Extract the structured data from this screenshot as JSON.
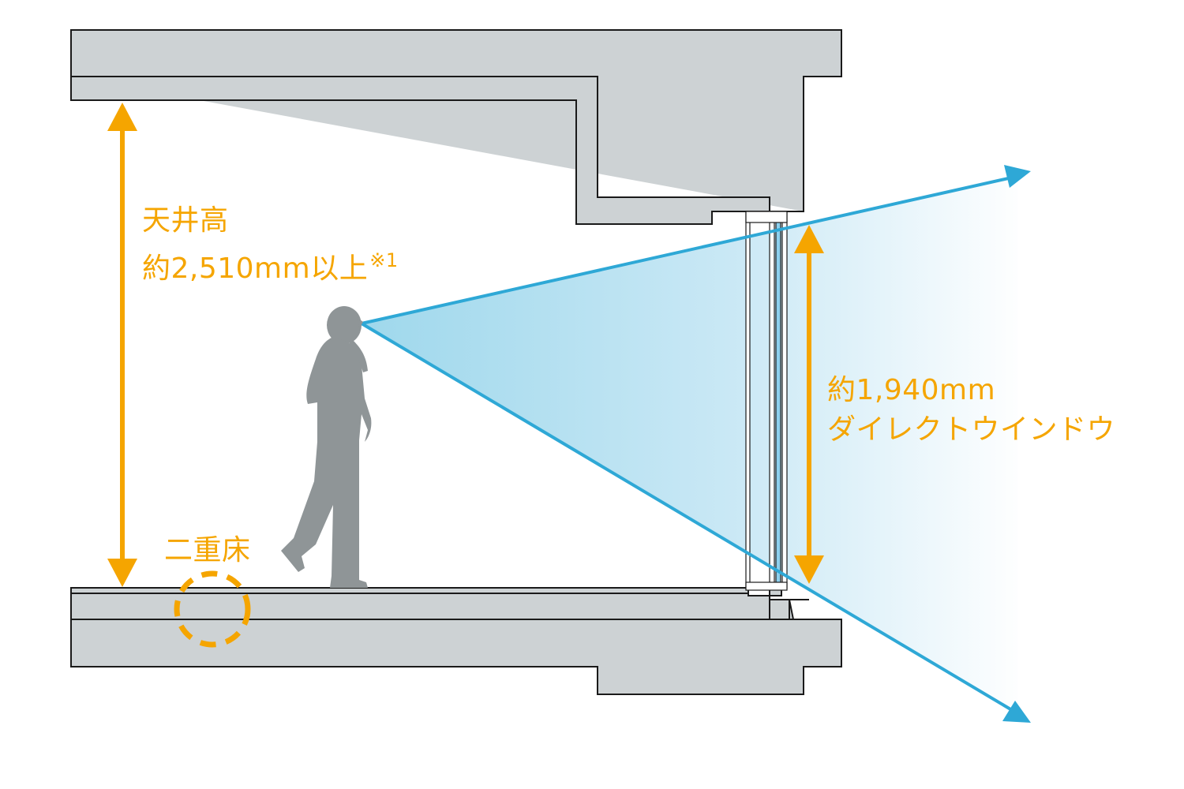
{
  "colors": {
    "slab": "#cdd2d4",
    "outline": "#1a1a1a",
    "accent": "#f5a500",
    "sightline": "#2ea8d6",
    "person": "#8f9597"
  },
  "labels": {
    "ceiling_height_line1": "天井高",
    "ceiling_height_line2": "約2,510mm以上",
    "ceiling_height_note": "※1",
    "window_height_line1": "約1,940mm",
    "window_height_line2": "ダイレクトウインドウ",
    "double_floor": "二重床"
  },
  "icons": {
    "person": "person-silhouette-icon",
    "double_floor_marker": "dashed-circle-icon"
  }
}
